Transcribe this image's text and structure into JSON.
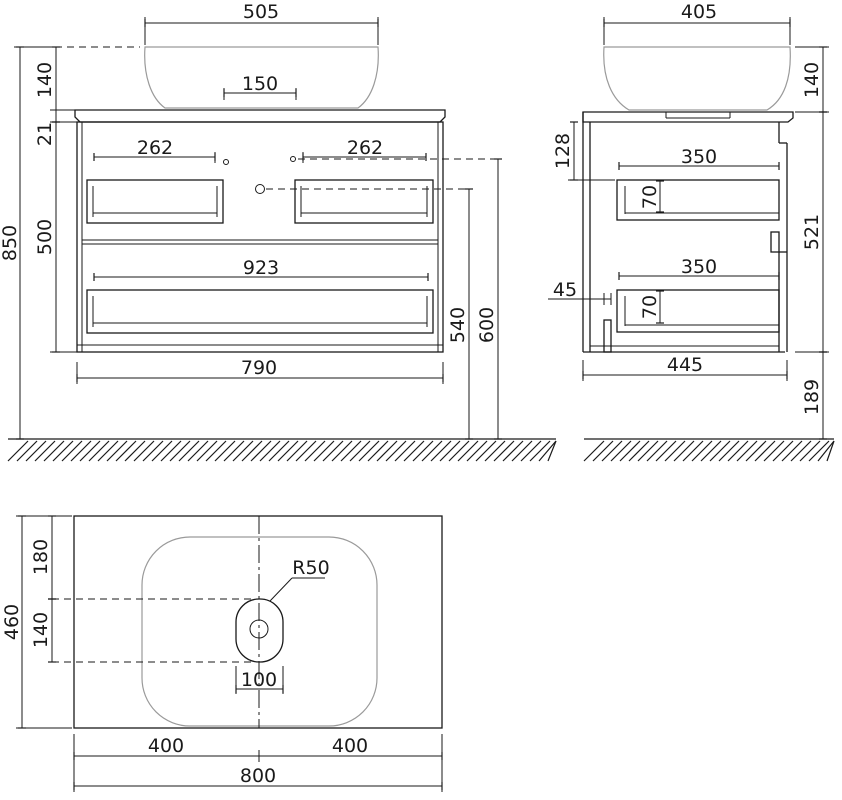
{
  "front_view": {
    "bowl_width": "505",
    "bowl_height": "140",
    "drain_width": "150",
    "worktop_thickness": "21",
    "overall_height": "850",
    "cabinet_height": "500",
    "drawer_left_width": "262",
    "drawer_right_width": "262",
    "bottom_drawer_width": "923",
    "cabinet_width": "790",
    "height_540": "540",
    "height_600": "600"
  },
  "side_view": {
    "bowl_depth": "405",
    "bowl_height": "140",
    "top_gap": "128",
    "drawer_top_depth": "350",
    "drawer_top_height": "70",
    "cabinet_height": "521",
    "drawer_bottom_depth": "350",
    "drawer_bottom_height": "70",
    "back_offset": "45",
    "cabinet_depth": "445",
    "floor_clearance": "189"
  },
  "top_view": {
    "depth_top": "180",
    "depth_total": "460",
    "drain_offset": "140",
    "drain_radius": "R50",
    "drain_width": "100",
    "half_left": "400",
    "half_right": "400",
    "overall_width": "800"
  }
}
